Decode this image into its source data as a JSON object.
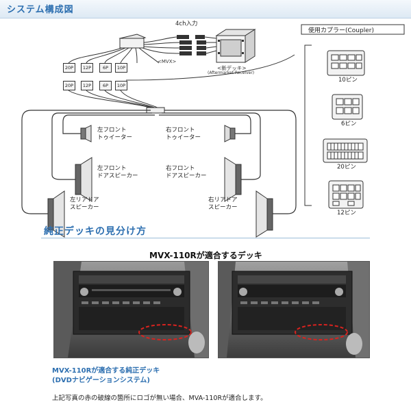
{
  "header": {
    "title": "システム構成図"
  },
  "diagram": {
    "input_label": "4ch入力",
    "unit_label": "<MVX>",
    "new_deck_label": "<新デッキ>",
    "aftermarket_label": "(Aftermarket Receiver)",
    "connectors_top": [
      "20P",
      "12P",
      "6P",
      "10P"
    ],
    "connectors_bottom": [
      "20P",
      "12P",
      "6P",
      "10P"
    ],
    "speakers": {
      "lf_tweeter": [
        "左フロント",
        "トゥイーター"
      ],
      "rf_tweeter": [
        "右フロント",
        "トゥイーター"
      ],
      "lf_door": [
        "左フロント",
        "ドアスピーカー"
      ],
      "rf_door": [
        "右フロント",
        "ドアスピーカー"
      ],
      "lr_door": [
        "左リアドア",
        "スピーカー"
      ],
      "rr_door": [
        "右リアドア",
        "スピーカー"
      ]
    }
  },
  "couplers": {
    "title": "使用カプラー(Coupler)",
    "items": [
      "10ピン",
      "6ピン",
      "20ピン",
      "12ピン"
    ]
  },
  "section2": {
    "title": "純正デッキの見分け方"
  },
  "photos": {
    "title": "MVX-110Rが適合するデッキ"
  },
  "captions": {
    "line1": "MVX-110Rが適合する純正デッキ",
    "line2": "(DVDナビゲーションシステム)",
    "note": "上記写真の赤の破線の箇所にロゴが無い場合、MVA-110Rが適合します。"
  },
  "colors": {
    "accent_blue": "#2d6fb0",
    "highlight_red": "#d8231f"
  }
}
